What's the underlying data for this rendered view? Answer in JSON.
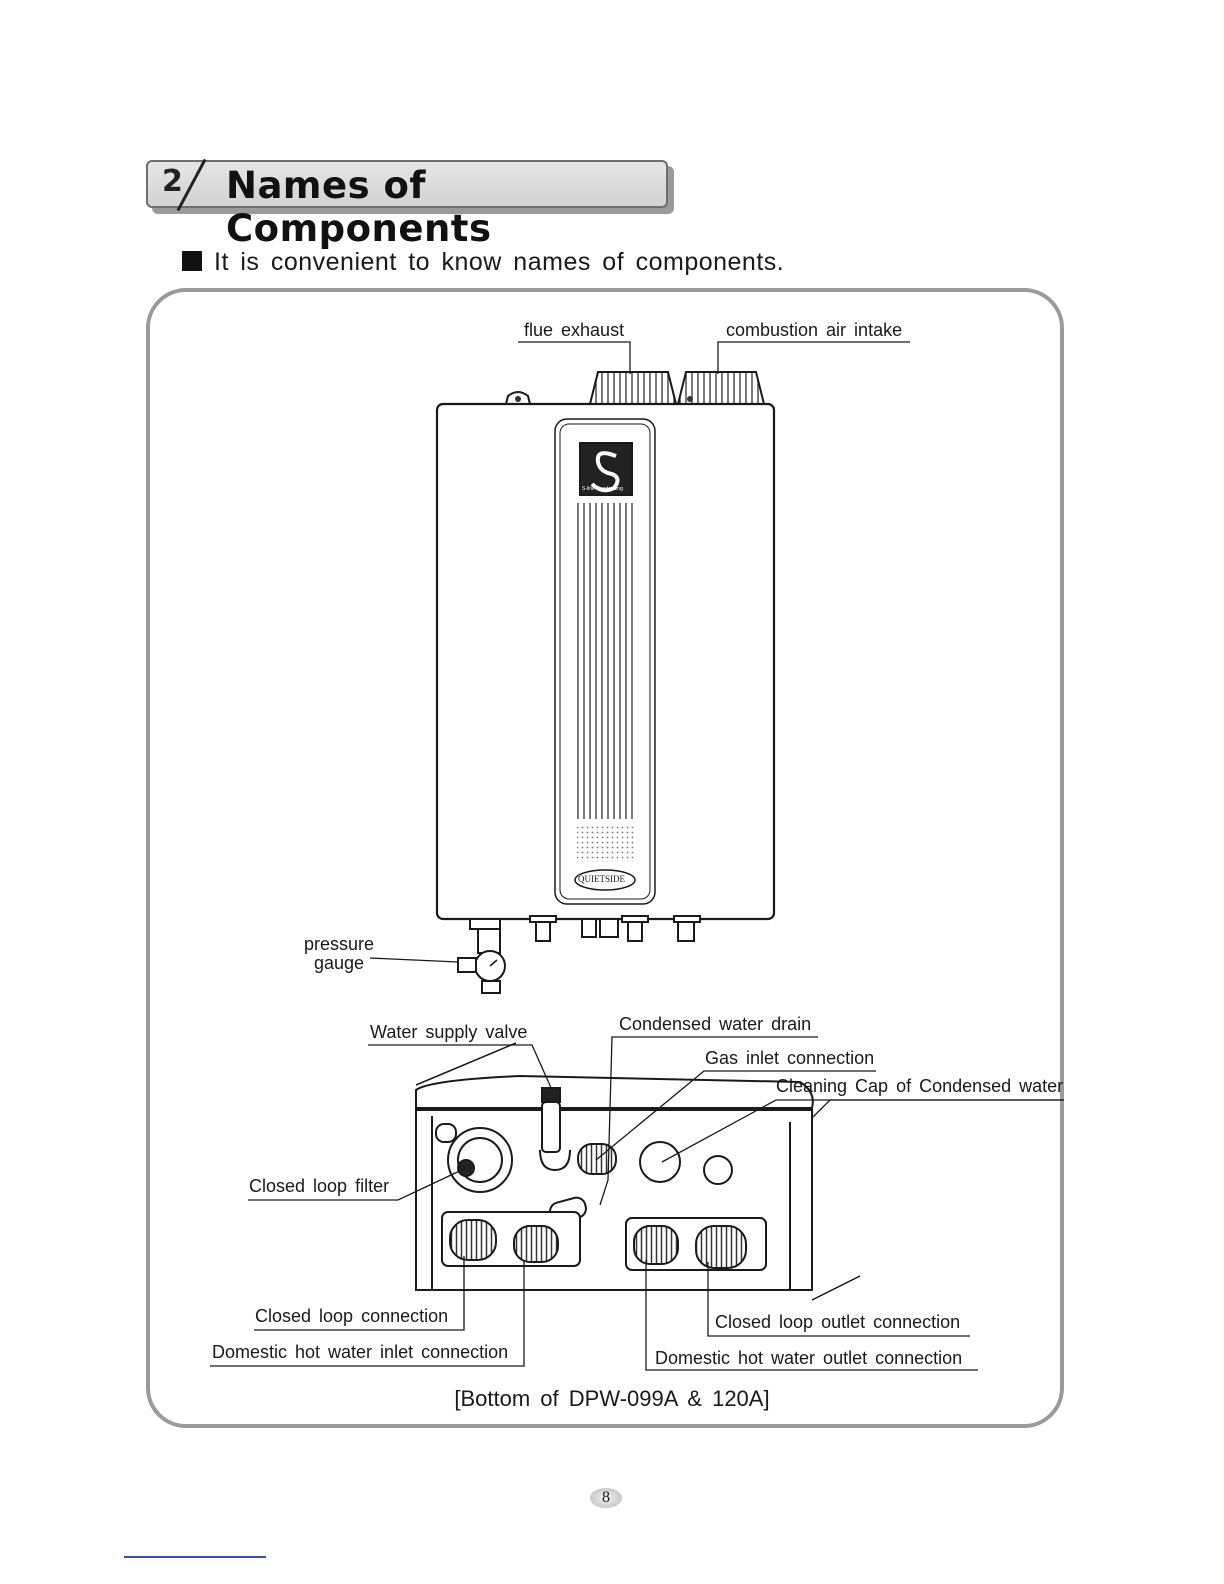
{
  "section": {
    "number": "2",
    "title": "Names of Components"
  },
  "intro": "It is convenient to know names of components.",
  "unit_labels": {
    "flue_exhaust": "flue exhaust",
    "combustion_air_intake": "combustion air intake",
    "pressure": "pressure",
    "gauge": "gauge"
  },
  "bottom_labels": {
    "water_supply_valve": "Water supply valve",
    "condensed_water_drain": "Condensed water drain",
    "gas_inlet_connection": "Gas inlet connection",
    "cleaning_cap": "Cleaning Cap of Condensed water",
    "closed_loop_filter": "Closed loop filter",
    "closed_loop_connection": "Closed loop connection",
    "dhw_inlet_connection": "Domestic hot water inlet connection",
    "closed_loop_outlet_connection": "Closed loop outlet connection",
    "dhw_outlet_connection": "Domestic hot water outlet connection"
  },
  "badges": {
    "logo_letter": "S",
    "logo_sub": "S-line Condensing",
    "brand_plate": "QUIETSIDE"
  },
  "caption": "[Bottom of DPW-099A & 120A]",
  "page_number": "8"
}
